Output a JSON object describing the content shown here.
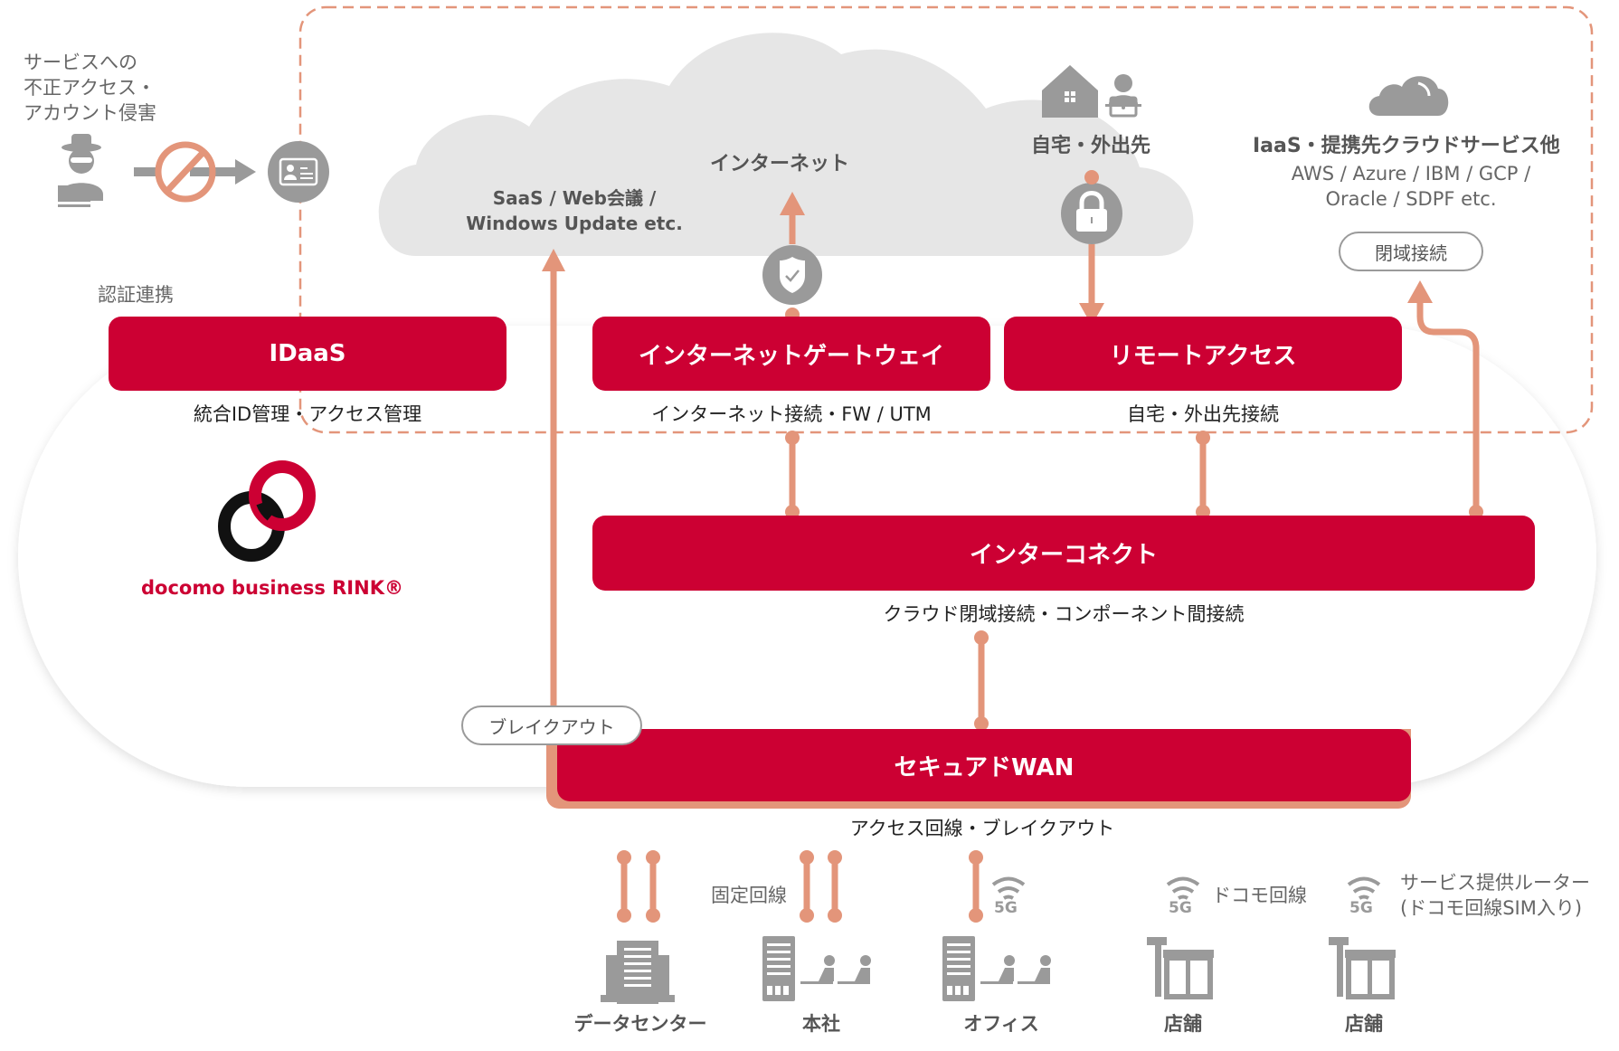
{
  "threat": {
    "lines": [
      "サービスへの",
      "不正アクセス・",
      "アカウント侵害"
    ],
    "auth_link_label": "認証連携"
  },
  "cloud": {
    "saas_lines": [
      "SaaS / Web会議 /",
      "Windows Update etc."
    ],
    "internet_label": "インターネット",
    "home_label": "自宅・外出先"
  },
  "iaas": {
    "title": "IaaS・提携先クラウドサービス他",
    "providers_lines": [
      "AWS / Azure / IBM / GCP /",
      "Oracle / SDPF etc."
    ],
    "closed_connection_pill": "閉域接続"
  },
  "components": {
    "idaas": {
      "title": "IDaaS",
      "subtitle": "統合ID管理・アクセス管理"
    },
    "internet_gateway": {
      "title": "インターネットゲートウェイ",
      "subtitle": "インターネット接続・FW / UTM"
    },
    "remote_access": {
      "title": "リモートアクセス",
      "subtitle": "自宅・外出先接続"
    },
    "interconnect": {
      "title": "インターコネクト",
      "subtitle": "クラウド閉域接続・コンポーネント間接続"
    },
    "secure_wan": {
      "title": "セキュアドWAN",
      "subtitle": "アクセス回線・ブレイクアウト"
    }
  },
  "breakout_pill": "ブレイクアウト",
  "brand": {
    "name": "docomo business RINK®",
    "red": "#cc0033",
    "accent": "#e3957a"
  },
  "access_lines": {
    "fixed_line": "固定回線",
    "docomo_line": "ドコモ回線",
    "router_lines": [
      "サービス提供ルーター",
      "(ドコモ回線SIM入り)"
    ],
    "five_g": "5G"
  },
  "sites": [
    {
      "label": "データセンター",
      "icon": "datacenter-icon"
    },
    {
      "label": "本社",
      "icon": "headquarters-icon"
    },
    {
      "label": "オフィス",
      "icon": "office-icon"
    },
    {
      "label": "店舗",
      "icon": "store-icon"
    },
    {
      "label": "店舗",
      "icon": "store-icon"
    }
  ]
}
